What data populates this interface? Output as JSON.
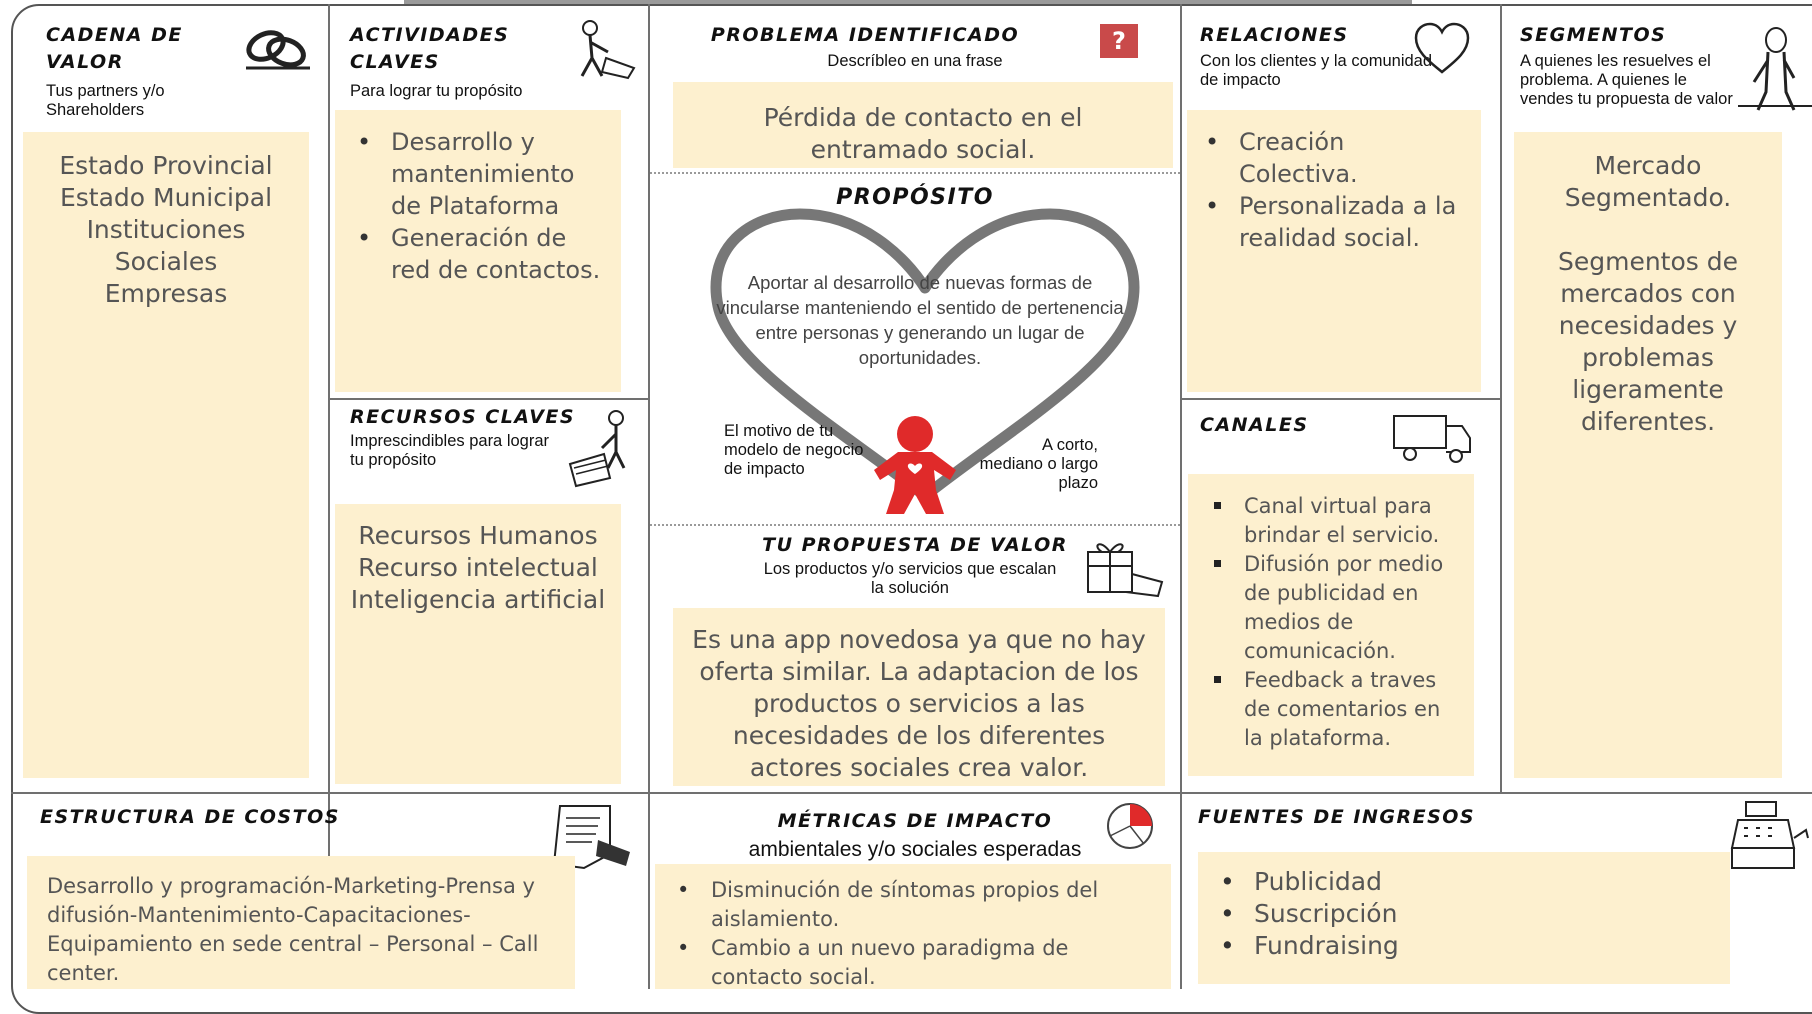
{
  "cadena": {
    "title": "Cadena de valor",
    "subtitle": "Tus partners y/o Shareholders",
    "lines": [
      "Estado Provincial",
      "Estado Municipal",
      "Instituciones",
      "Sociales",
      "Empresas"
    ]
  },
  "actividades": {
    "title": "Actividades claves",
    "subtitle": "Para lograr tu propósito",
    "items": [
      "Desarrollo y mantenimiento de Plataforma",
      "Generación de red de contactos."
    ]
  },
  "recursos": {
    "title": "Recursos claves",
    "subtitle": "Imprescindibles para lograr tu propósito",
    "lines": [
      "Recursos Humanos",
      "Recurso intelectual",
      "Inteligencia artificial"
    ]
  },
  "problema": {
    "title": "Problema identificado",
    "subtitle": "Descríbleo en una frase",
    "text": "Pérdida de contacto en el entramado social."
  },
  "proposito": {
    "title": "Propósito",
    "text": "Aportar al desarrollo de nuevas formas de vincularse manteniendo el sentido de pertenencia entre personas y generando un lugar de oportunidades.",
    "left_note": "El motivo de tu modelo de negocio de impacto",
    "right_note": "A corto, mediano o largo plazo"
  },
  "propuesta": {
    "title": "Tu propuesta de valor",
    "subtitle": "Los productos y/o servicios que escalan la solución",
    "text": "Es una app novedosa ya que no hay oferta similar. La adaptacion de los productos o servicios a las necesidades de los diferentes actores sociales crea valor."
  },
  "relaciones": {
    "title": "Relaciones",
    "subtitle": "Con los clientes y la comunidad de impacto",
    "items": [
      "Creación Colectiva.",
      "Personalizada a la realidad social."
    ]
  },
  "canales": {
    "title": "Canales",
    "items": [
      "Canal virtual para brindar el servicio.",
      "Difusión por medio de publicidad en medios de comunicación.",
      "Feedback a traves de comentarios en la plataforma."
    ]
  },
  "segmentos": {
    "title": "Segmentos",
    "subtitle": "A quienes les resuelves el problema. A quienes le vendes tu propuesta de valor",
    "p1": "Mercado Segmentado.",
    "p2": "Segmentos de mercados con necesidades y problemas ligeramente diferentes."
  },
  "costos": {
    "title": "Estructura de costos",
    "text": "Desarrollo y programación-Marketing-Prensa y difusión-Mantenimiento-Capacitaciones-Equipamiento en sede central – Personal – Call center."
  },
  "metricas": {
    "title": "Métricas de impacto",
    "subtitle": "ambientales y/o sociales esperadas",
    "items": [
      "Disminución de síntomas propios del aislamiento.",
      "Cambio a un nuevo paradigma de contacto social."
    ]
  },
  "ingresos": {
    "title": "Fuentes de ingresos",
    "items": [
      "Publicidad",
      "Suscripción",
      "Fundraising"
    ]
  },
  "icons": {
    "question_color": "#c94a4a",
    "heart_color": "#777777",
    "figure_color": "#e02a2a"
  }
}
